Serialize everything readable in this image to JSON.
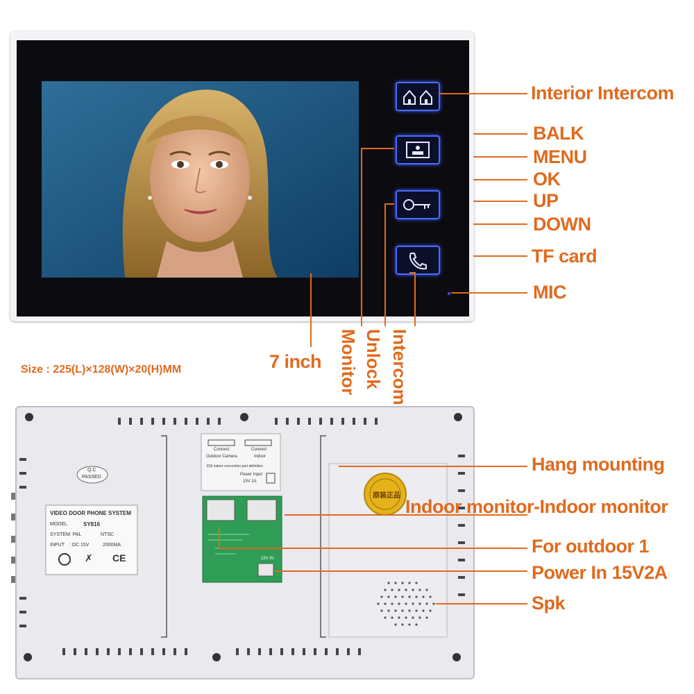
{
  "colors": {
    "callout": "#e06a1e",
    "bezel": "#0c0c10",
    "button_glow": "#4a6cff",
    "back_shell": "#e9e9ee"
  },
  "front": {
    "buttons": [
      {
        "name": "interior-intercom-button",
        "icon": "two-houses-icon"
      },
      {
        "name": "monitor-button",
        "icon": "monitor-screen-icon"
      },
      {
        "name": "unlock-button",
        "icon": "key-icon"
      },
      {
        "name": "intercom-button",
        "icon": "handset-icon"
      }
    ],
    "callouts": {
      "interior_intercom": "Interior Intercom",
      "balk": "BALK",
      "menu": "MENU",
      "ok": "OK",
      "up": "UP",
      "down": "DOWN",
      "tf_card": "TF card",
      "mic": "MIC",
      "seven_inch": "7 inch",
      "monitor": "Monitor",
      "unlock": "Unlock",
      "intercom": "Intercom"
    }
  },
  "size_note": "Size : 225(L)×128(W)×20(H)MM",
  "back": {
    "qc_badge": {
      "line1": "Q.C",
      "line2": "PASSED"
    },
    "label": {
      "title": "VIDEO DOOR PHONE SYSTEM",
      "model_key": "MODEL",
      "model_value": "SY816",
      "system_key": "SYSTEM: PAL",
      "ntsc": "NTSC",
      "input_key": "INPUT",
      "input_value": ": DC 15V",
      "current": "2000MA",
      "ce": "CE"
    },
    "connector_panel": {
      "connect1": "Connect",
      "outdoor_camera": "Outdoor Camera",
      "connect2": "Connect",
      "indoor": "Indoor",
      "definition": "816 indoor connection port definition",
      "power_input": "Power Input",
      "power_value": "15V 2A",
      "board_power": "15V  IN"
    },
    "seal": {
      "text": "原装正品"
    },
    "callouts": {
      "hang_mounting": "Hang mounting",
      "indoor_monitor": "Indoor monitor-Indoor monitor",
      "for_outdoor": "For outdoor 1",
      "power_in": "Power In 15V2A",
      "spk": "Spk"
    }
  }
}
